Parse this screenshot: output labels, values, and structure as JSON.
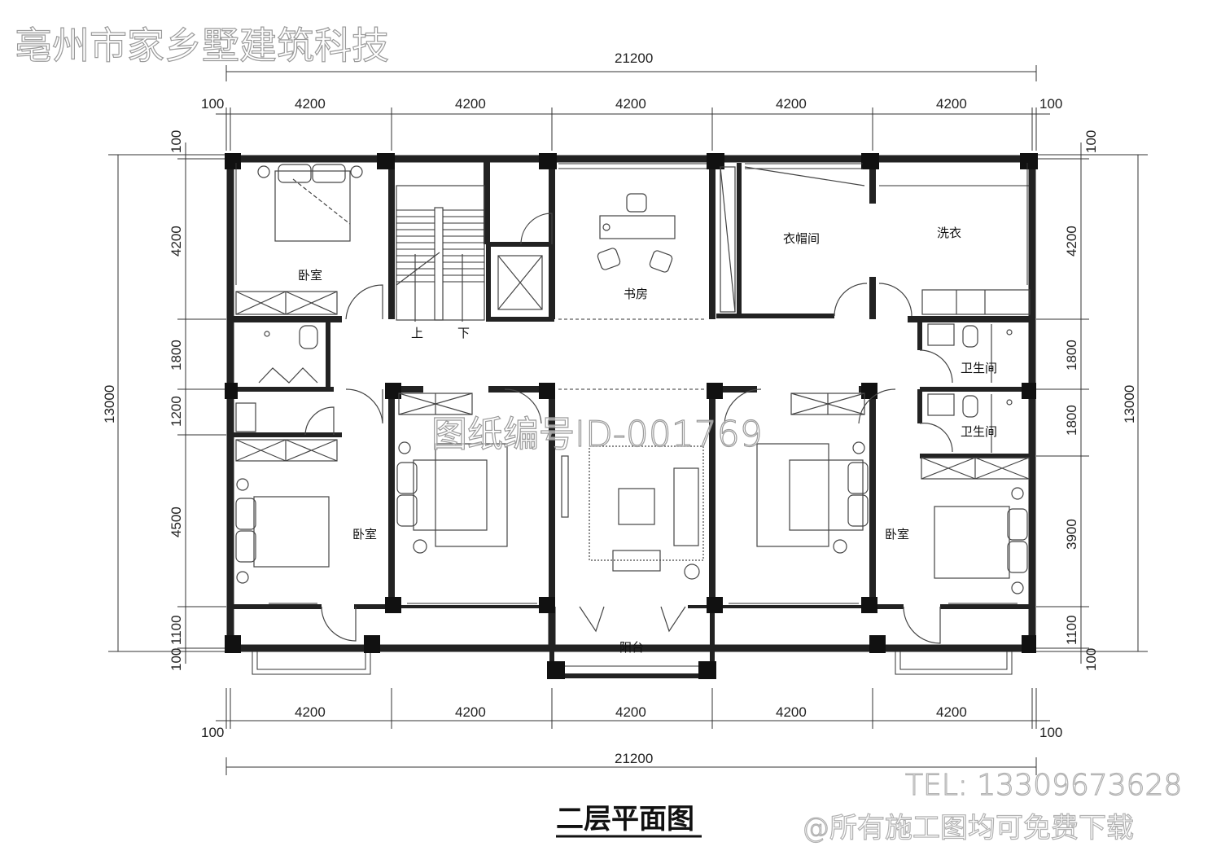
{
  "watermarks": {
    "company": "亳州市家乡墅建筑科技",
    "drawing_id": "图纸编号ID-001769",
    "tel": "TEL: 13309673628",
    "free": "@所有施工图均可免费下载"
  },
  "title": "二层平面图",
  "dimensions": {
    "total_width": "21200",
    "bay": "4200",
    "edge": "100",
    "total_depth": "13000",
    "left_side": [
      "100",
      "4200",
      "1800",
      "1200",
      "4500",
      "1100",
      "100"
    ],
    "right_side": [
      "100",
      "4200",
      "1800",
      "1800",
      "3900",
      "1100",
      "100"
    ]
  },
  "rooms": {
    "bedroom": "卧室",
    "study": "书房",
    "wardrobe": "衣帽间",
    "laundry": "洗衣",
    "bathroom": "卫生间",
    "balcony": "阳台",
    "stair_up": "上",
    "stair_down": "下"
  },
  "colors": {
    "wall": "#222222",
    "column": "#111111",
    "watermark": "#cfcfcf"
  }
}
